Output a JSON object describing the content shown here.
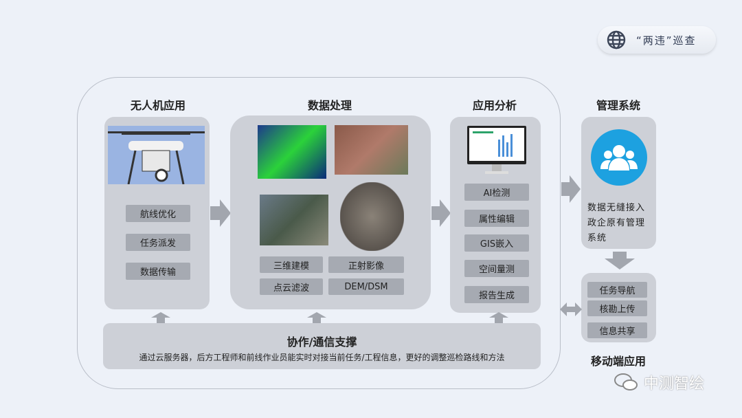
{
  "badge": {
    "label": "“两违”巡查",
    "icon": "globe-icon"
  },
  "columns": {
    "drone": {
      "title": "无人机应用",
      "items": [
        "航线优化",
        "任务派发",
        "数据传输"
      ]
    },
    "data": {
      "title": "数据处理",
      "items": [
        "三维建模",
        "正射影像",
        "点云滤波",
        "DEM/DSM"
      ]
    },
    "analysis": {
      "title": "应用分析",
      "items": [
        "AI检测",
        "属性编辑",
        "GIS嵌入",
        "空间量测",
        "报告生成"
      ]
    },
    "mgmt": {
      "title": "管理系统",
      "desc": "数据无缝接入政企原有管理系统"
    },
    "mobile": {
      "title": "移动端应用",
      "items": [
        "任务导航",
        "核勘上传",
        "信息共享"
      ]
    }
  },
  "support": {
    "title": "协作/通信支撑",
    "desc": "通过云服务器，后方工程师和前线作业员能实时对接当前任务/工程信息，更好的调整巡检路线和方法"
  },
  "watermark": "中测智绘"
}
